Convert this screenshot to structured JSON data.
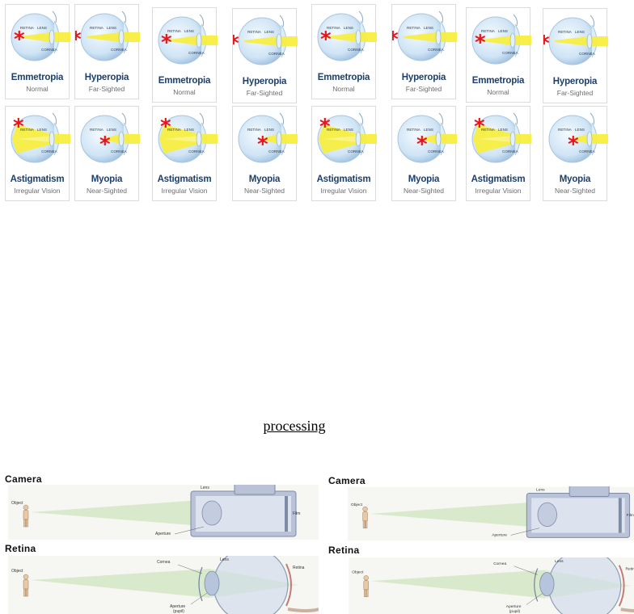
{
  "eye_labels": {
    "retina": "RETINA",
    "lens": "LENS",
    "cornea": "CORNEA"
  },
  "cards": [
    {
      "name": "Emmetropia",
      "sub": "Normal",
      "type": "emmetropia"
    },
    {
      "name": "Hyperopia",
      "sub": "Far-Sighted",
      "type": "hyperopia"
    },
    {
      "name": "Emmetropia",
      "sub": "Normal",
      "type": "emmetropia"
    },
    {
      "name": "Hyperopia",
      "sub": "Far-Sighted",
      "type": "hyperopia"
    },
    {
      "name": "Emmetropia",
      "sub": "Normal",
      "type": "emmetropia"
    },
    {
      "name": "Hyperopia",
      "sub": "Far-Sighted",
      "type": "hyperopia"
    },
    {
      "name": "Emmetropia",
      "sub": "Normal",
      "type": "emmetropia"
    },
    {
      "name": "Hyperopia",
      "sub": "Far-Sighted",
      "type": "hyperopia"
    },
    {
      "name": "Astigmatism",
      "sub": "Irregular Vision",
      "type": "astigmatism"
    },
    {
      "name": "Myopia",
      "sub": "Near-Sighted",
      "type": "myopia"
    },
    {
      "name": "Astigmatism",
      "sub": "Irregular Vision",
      "type": "astigmatism"
    },
    {
      "name": "Myopia",
      "sub": "Near-Sighted",
      "type": "myopia"
    },
    {
      "name": "Astigmatism",
      "sub": "Irregular Vision",
      "type": "astigmatism"
    },
    {
      "name": "Myopia",
      "sub": "Near-Sighted",
      "type": "myopia"
    },
    {
      "name": "Astigmatism",
      "sub": "Irregular Vision",
      "type": "astigmatism"
    },
    {
      "name": "Myopia",
      "sub": "Near-Sighted",
      "type": "myopia"
    }
  ],
  "section_title": "processing",
  "camera_panel": {
    "title": "Camera",
    "labels": {
      "object": "Object",
      "lens": "Lens",
      "film": "Film",
      "aperture": "Aperture"
    }
  },
  "retina_panel": {
    "title": "Retina",
    "labels": {
      "object": "Object",
      "cornea": "Cornea",
      "lens": "Lens",
      "retina": "Retina",
      "aperture": "Aperture",
      "pupil": "(pupil)"
    }
  },
  "colors": {
    "focus_marker": "#e8141c",
    "light_beam": "#f7ee3c",
    "eyeball": "#cfe4f5",
    "title_text": "#1c3f6e"
  }
}
